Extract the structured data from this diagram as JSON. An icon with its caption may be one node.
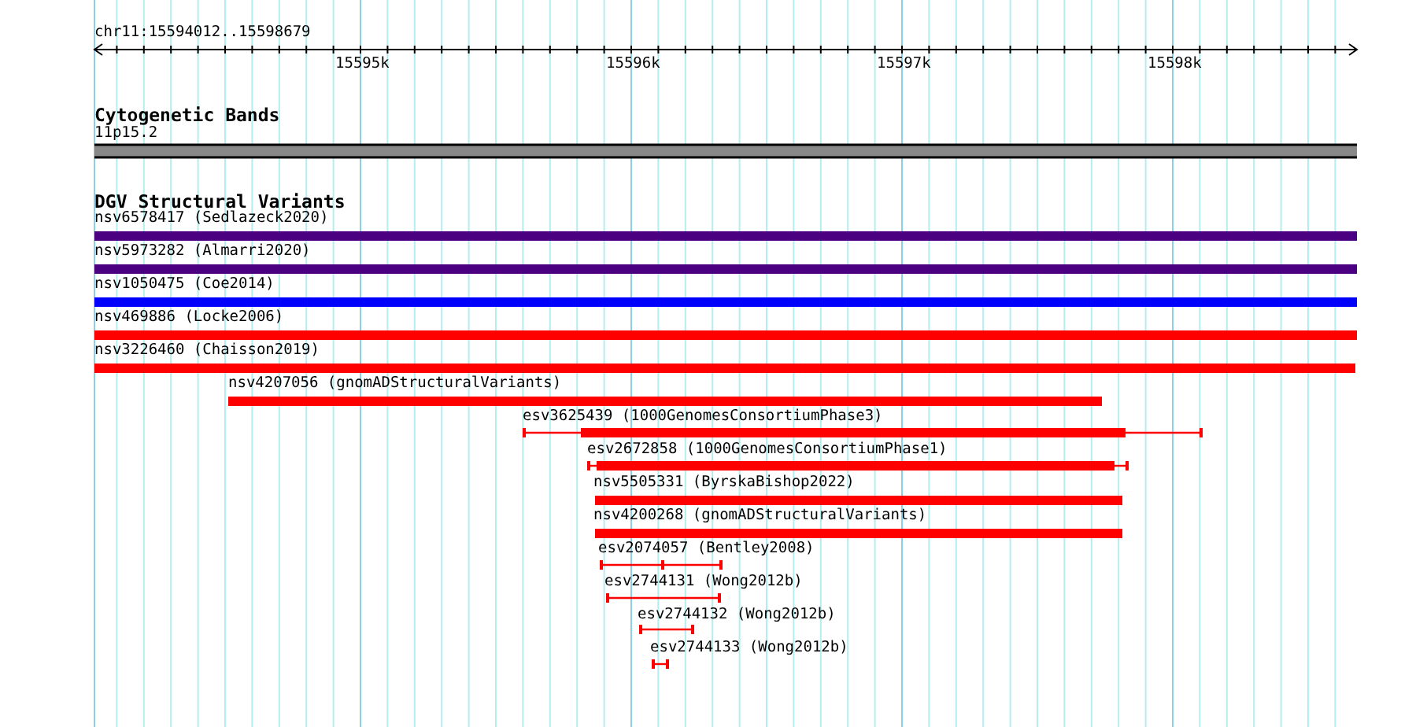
{
  "diagram": {
    "nodes": [
      {
        "text": [
          "11p15.2"
        ]
      },
      {
        "text": [
          "nsv6578417 (Sedlazeck2020)"
        ]
      },
      {
        "text": [
          "nsv5973282 (Almarri2020)"
        ]
      },
      {
        "text": [
          "nsv1050475 (Coe2014)"
        ]
      },
      {
        "text": [
          "nsv469886 (Locke2006)"
        ]
      },
      {
        "text": [
          "nsv3226460 (Chaisson2019)"
        ]
      },
      {
        "text": [
          "nsv4207056 (gnomADStructuralVariants)"
        ]
      },
      {
        "text": [
          "esv3625439 (1000GenomesConsortiumPhase3)"
        ]
      },
      {
        "text": [
          "esv2672858 (1000GenomesConsortiumPhase1)"
        ]
      },
      {
        "text": [
          "nsv5505331 (ByrskaBishop2022)"
        ]
      },
      {
        "text": [
          "nsv4200268 (gnomADStructuralVariants)"
        ]
      },
      {
        "text": [
          "esv2074057 (Bentley2008)"
        ]
      },
      {
        "text": [
          "esv2744131 (Wong2012b)"
        ]
      },
      {
        "text": [
          "esv2744132 (Wong2012b)"
        ]
      },
      {
        "text": [
          "esv2744133 (Wong2012b)"
        ]
      }
    ],
    "labels": [
      "chr11:15594012..15598679",
      "15595k",
      "15596k",
      "15597k",
      "15598k",
      "Cytogenetic Bands",
      "DGV Structural Variants"
    ]
  }
}
